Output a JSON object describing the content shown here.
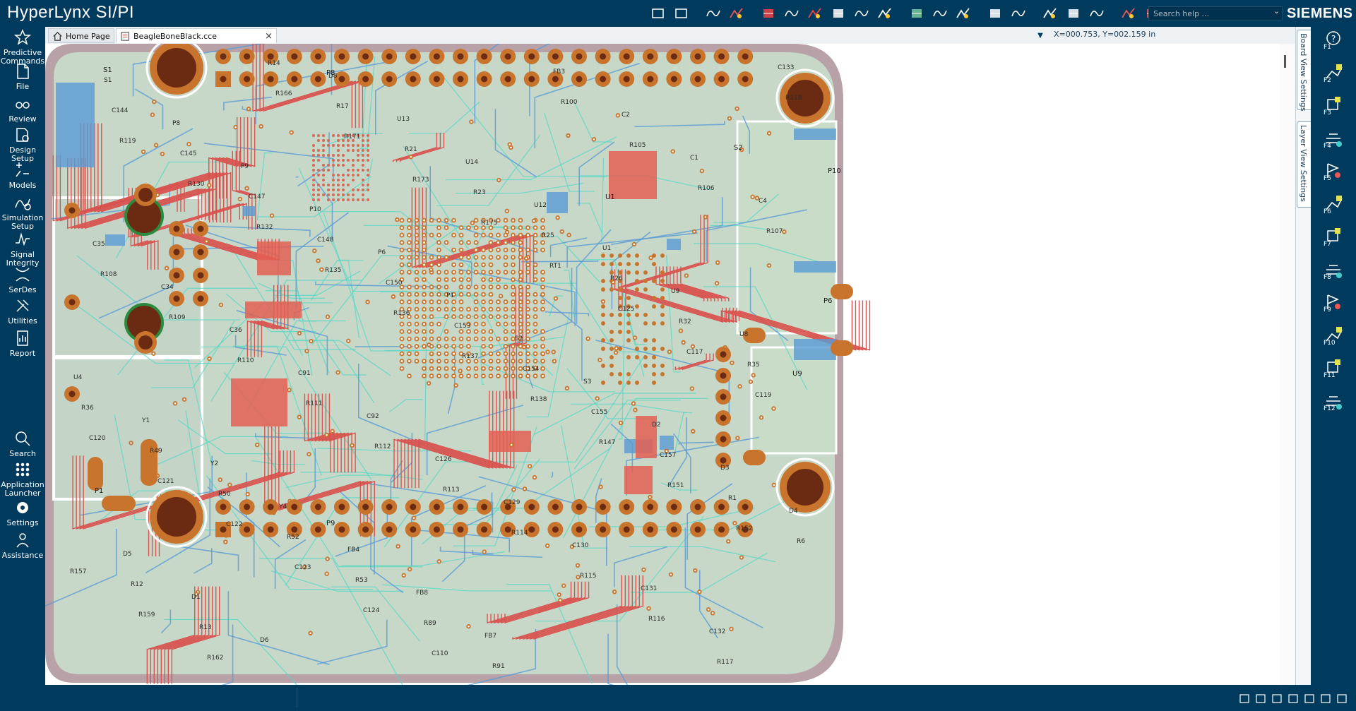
{
  "app": {
    "title": "HyperLynx  SI/PI",
    "brand": "SIEMENS",
    "search_placeholder": "Search help ...",
    "accent": "#003a5c",
    "background": "#ffffff"
  },
  "toolbar": {
    "icons": [
      "open-folder-icon",
      "save-icon",
      "board-wizard-icon",
      "net-select-icon",
      "stackup-icon",
      "via-icon",
      "layer-icon",
      "component-icon",
      "terminator-icon",
      "model-icon",
      "probe-icon",
      "osc-icon",
      "wa-icon",
      "waveform-icon",
      "waveform-icon",
      "eye-icon",
      "eye-icon",
      "dgs-icon",
      "crosstalk-icon",
      "emc-icon"
    ]
  },
  "leftnav": {
    "items": [
      {
        "label": "Predictive Commands",
        "icon": "predictive-commands-icon"
      },
      {
        "label": "File",
        "icon": "file-icon"
      },
      {
        "label": "Review",
        "icon": "review-icon"
      },
      {
        "label": "Design Setup",
        "icon": "design-setup-icon"
      },
      {
        "label": "Models",
        "icon": "models-icon"
      },
      {
        "label": "Simulation Setup",
        "icon": "simulation-setup-icon"
      },
      {
        "label": "Signal Integrity",
        "icon": "signal-integrity-icon"
      },
      {
        "label": "SerDes",
        "icon": "serdes-icon"
      },
      {
        "label": "Utilities",
        "icon": "utilities-icon"
      },
      {
        "label": "Report",
        "icon": "report-icon"
      },
      {
        "label": "Search",
        "icon": "search-icon"
      },
      {
        "label": "Application Launcher",
        "icon": "app-launcher-icon"
      },
      {
        "label": "Settings",
        "icon": "settings-icon"
      },
      {
        "label": "Assistance",
        "icon": "assistance-icon"
      }
    ]
  },
  "tabs": {
    "home": "Home Page",
    "board": "BeagleBoneBlack.cce",
    "close": "×",
    "dropdown": "▼"
  },
  "coords": "X=000.753, Y=002.159 in",
  "rightpanel": {
    "tabs": [
      "Board View Settings",
      "Layer View Settings"
    ]
  },
  "rightbar": {
    "keys": [
      "F1",
      "F2",
      "F3",
      "F4",
      "F5",
      "F6",
      "F7",
      "F8",
      "F9",
      "F10",
      "F11",
      "F12"
    ],
    "icons": [
      "help-icon",
      "select-net-icon",
      "select-component-icon",
      "highlight-icon",
      "filter-icon",
      "crosstalk-icon",
      "probe-icon",
      "trace-icon",
      "ruler-icon",
      "3d-view-icon",
      "layer-3d-icon",
      "pin-icon"
    ]
  },
  "pcb": {
    "colors": {
      "board_edge": "#b8a2a8",
      "board": "#c7d8c8",
      "pad": "#c8742d",
      "pad_hole": "#6b2a12",
      "top_trace": "#d9534f",
      "bottom_trace": "#5a9bd5",
      "inner_trace": "#57d7c6"
    },
    "labels": [
      "S1",
      "P8",
      "P9",
      "P10",
      "P6",
      "P1",
      "S2",
      "S3",
      "D2",
      "D3",
      "D4",
      "D5",
      "D1",
      "D6",
      "D8",
      "U13",
      "U14",
      "U12",
      "U1",
      "U9",
      "U8",
      "U4",
      "Y1",
      "Y2",
      "Y4",
      "FB4",
      "FB8",
      "FB7",
      "FB3",
      "C2",
      "C1",
      "C4",
      "C35",
      "C34",
      "C36",
      "C91",
      "C92",
      "C126",
      "C129",
      "C130",
      "C131",
      "C132",
      "C133",
      "C144",
      "C145",
      "C147",
      "C148",
      "C150",
      "C153",
      "C154",
      "C155",
      "C157",
      "R1",
      "R6",
      "R12",
      "R13",
      "R14",
      "R17",
      "R21",
      "R23",
      "R25",
      "R26",
      "R32",
      "R35",
      "R36",
      "R49",
      "R50",
      "R52",
      "R53",
      "R89",
      "R91",
      "R100",
      "R105",
      "R106",
      "R107",
      "R108",
      "R109",
      "R110",
      "R111",
      "R112",
      "R113",
      "R114",
      "R115",
      "R116",
      "R117",
      "R118",
      "R119",
      "R130",
      "R132",
      "R135",
      "R136",
      "R137",
      "R138",
      "R147",
      "R151",
      "R152",
      "R157",
      "R159",
      "R162",
      "R166",
      "R171",
      "R173",
      "R175",
      "RT1",
      "C125",
      "C117",
      "C119",
      "C120",
      "C121",
      "C122",
      "C123",
      "C124",
      "C110"
    ]
  },
  "status": {
    "icons": [
      "collapse-icon",
      "fit-icon",
      "zoom-in-icon",
      "zoom-out-icon",
      "zoom-window-icon",
      "pan-icon",
      "fullscreen-icon"
    ]
  }
}
